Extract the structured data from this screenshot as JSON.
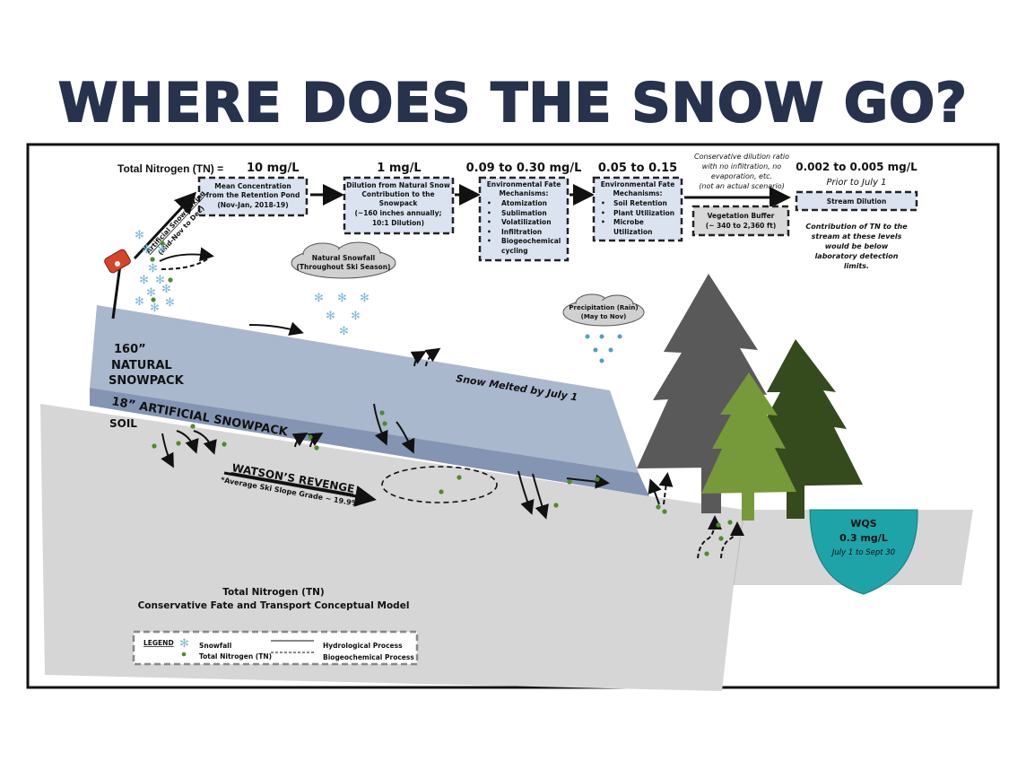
{
  "title": "WHERE DOES THE SNOW GO?",
  "flow": {
    "tn_label": "Total Nitrogen (TN) =",
    "stages": [
      {
        "value": "10 mg/L",
        "box": [
          "Mean Concentration",
          "from the Retention Pond",
          "(Nov-Jan, 2018-19)"
        ]
      },
      {
        "value": "1 mg/L",
        "box": [
          "Dilution from Natural Snow",
          "Contribution to the",
          "Snowpack",
          "(~160 inches annually;",
          "10:1 Dilution)"
        ]
      },
      {
        "value": "0.09 to 0.30 mg/L",
        "box_title": [
          "Environmental Fate",
          "Mechanisms:"
        ],
        "bullets": [
          "Atomization",
          "Sublimation",
          "Volatilization",
          "Infiltration",
          "Biogeochemical",
          "cycling"
        ]
      },
      {
        "value": "0.05 to 0.15",
        "box_title": [
          "Environmental Fate",
          "Mechanisms:"
        ],
        "bullets": [
          "Soil Retention",
          "Plant Utilization",
          "Microbe",
          "Utilization"
        ]
      }
    ],
    "conservative_note": [
      "Conservative dilution ratio",
      "with no infiltration, no",
      "evaporation, etc.",
      "(not an actual scenario)"
    ],
    "vegetation_buffer": [
      "Vegetation Buffer",
      "(~ 340 to 2,360 ft)"
    ],
    "final_value": "0.002 to 0.005 mg/L",
    "final_subtitle": "Prior to July 1",
    "stream_dilution": "Stream Dilution",
    "contribution_note": [
      "Contribution of TN to the",
      "stream at these levels",
      "would be below",
      "laboratory detection",
      "limits."
    ]
  },
  "scene": {
    "artificial_snowmaking": [
      "Artificial Snowmaking",
      "(Mid-Nov to Dec)"
    ],
    "natural_snowfall": [
      "Natural Snowfall",
      "(Throughout Ski Season)"
    ],
    "precipitation": [
      "Precipitation (Rain)",
      "(May to Nov)"
    ],
    "natural_snowpack": [
      "160”",
      "NATURAL",
      "SNOWPACK"
    ],
    "artificial_snowpack": "18” ARTIFICIAL SNOWPACK",
    "soil": "SOIL",
    "snow_melted": "Snow Melted by July 1",
    "slope_name": "WATSON’S REVENGE",
    "slope_grade": "*Average Ski Slope Grade ~ 19.9%",
    "wqs": {
      "label": "WQS",
      "value": "0.3 mg/L",
      "period": "July 1 to Sept 30"
    },
    "model_title": [
      "Total Nitrogen (TN)",
      "Conservative Fate and Transport Conceptual Model"
    ]
  },
  "legend": {
    "title": "LEGEND",
    "items": [
      {
        "icon": "snowflake-icon",
        "label": "Snowfall"
      },
      {
        "icon": "green-dot-icon",
        "label": "Total Nitrogen (TN)"
      },
      {
        "icon": "solid-line-icon",
        "label": "Hydrological Process"
      },
      {
        "icon": "dashed-line-icon",
        "label": "Biogeochemical Process"
      }
    ]
  },
  "colors": {
    "title": "#27324d",
    "natural_snowpack": "#a9b8cc",
    "artificial_snowpack": "#8495b3",
    "soil": "#d6d6d6",
    "box_fill": "#dbe3f1",
    "tree_gray": "#595959",
    "tree_dark_green": "#354a1d",
    "tree_light_green": "#76993a",
    "wqs_pond": "#1ea3a8",
    "tn_dot": "#4f8a2a",
    "snowflake": "#7fb8d8"
  }
}
